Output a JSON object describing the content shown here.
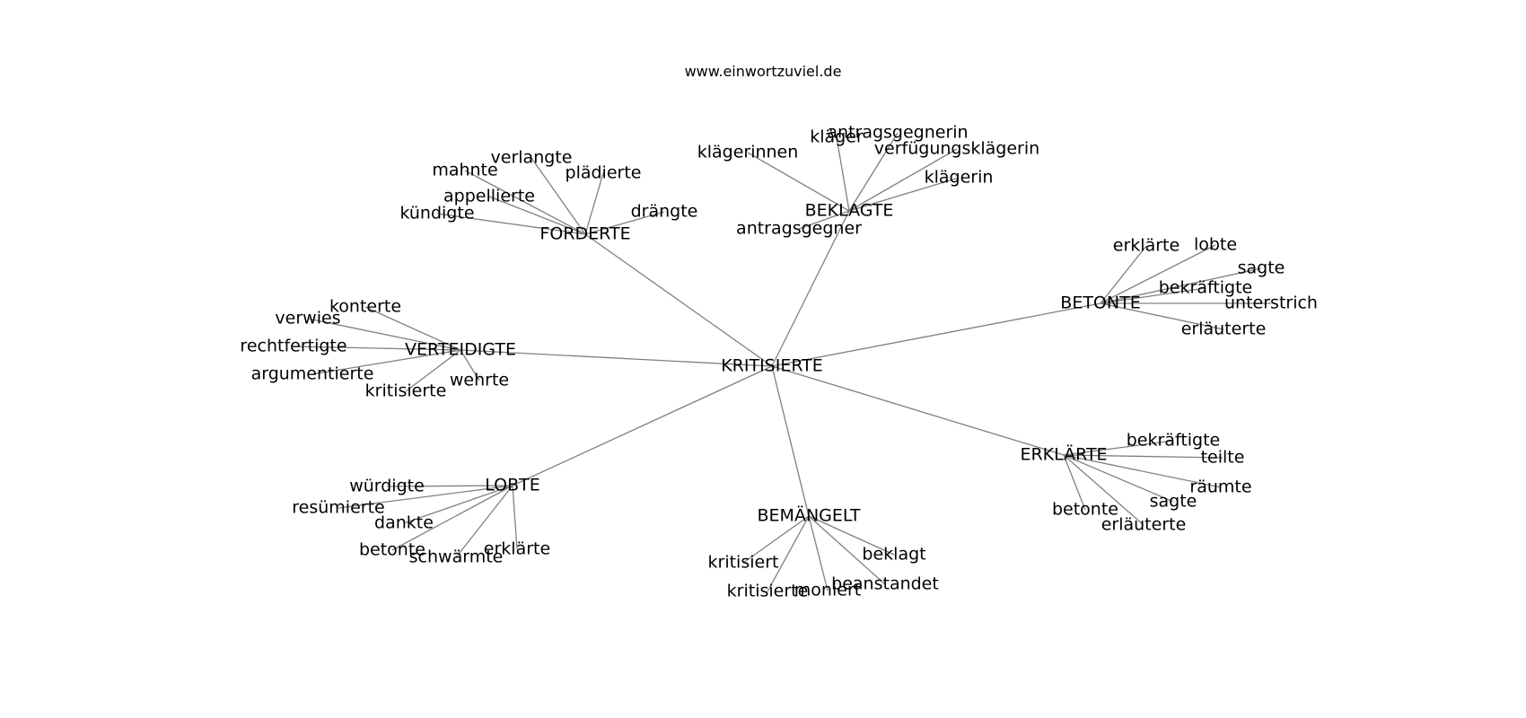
{
  "caption": "www.einwortzuviel.de",
  "diagram": {
    "root": "KRITISIERTE",
    "groups": [
      {
        "hub": "FORDERTE",
        "leaves": [
          "verlangte",
          "plädierte",
          "mahnte",
          "appellierte",
          "kündigte",
          "drängte"
        ]
      },
      {
        "hub": "BEKLAGTE",
        "leaves": [
          "klägerinnen",
          "kläger",
          "antragsgegnerin",
          "verfügungsklägerin",
          "klägerin",
          "antragsgegner"
        ]
      },
      {
        "hub": "BETONTE",
        "leaves": [
          "erklärte",
          "lobte",
          "sagte",
          "bekräftigte",
          "unterstrich",
          "erläuterte"
        ]
      },
      {
        "hub": "VERTEIDIGTE",
        "leaves": [
          "konterte",
          "verwies",
          "rechtfertigte",
          "argumentierte",
          "kritisierte",
          "wehrte"
        ]
      },
      {
        "hub": "ERKLÄRTE",
        "leaves": [
          "bekräftigte",
          "teilte",
          "räumte",
          "sagte",
          "betonte",
          "erläuterte"
        ]
      },
      {
        "hub": "LOBTE",
        "leaves": [
          "würdigte",
          "resümierte",
          "dankte",
          "betonte",
          "schwärmte",
          "erklärte"
        ]
      },
      {
        "hub": "BEMÄNGELT",
        "leaves": [
          "kritisiert",
          "beklagt",
          "beanstandet",
          "kritisierte",
          "moniert"
        ]
      }
    ]
  }
}
